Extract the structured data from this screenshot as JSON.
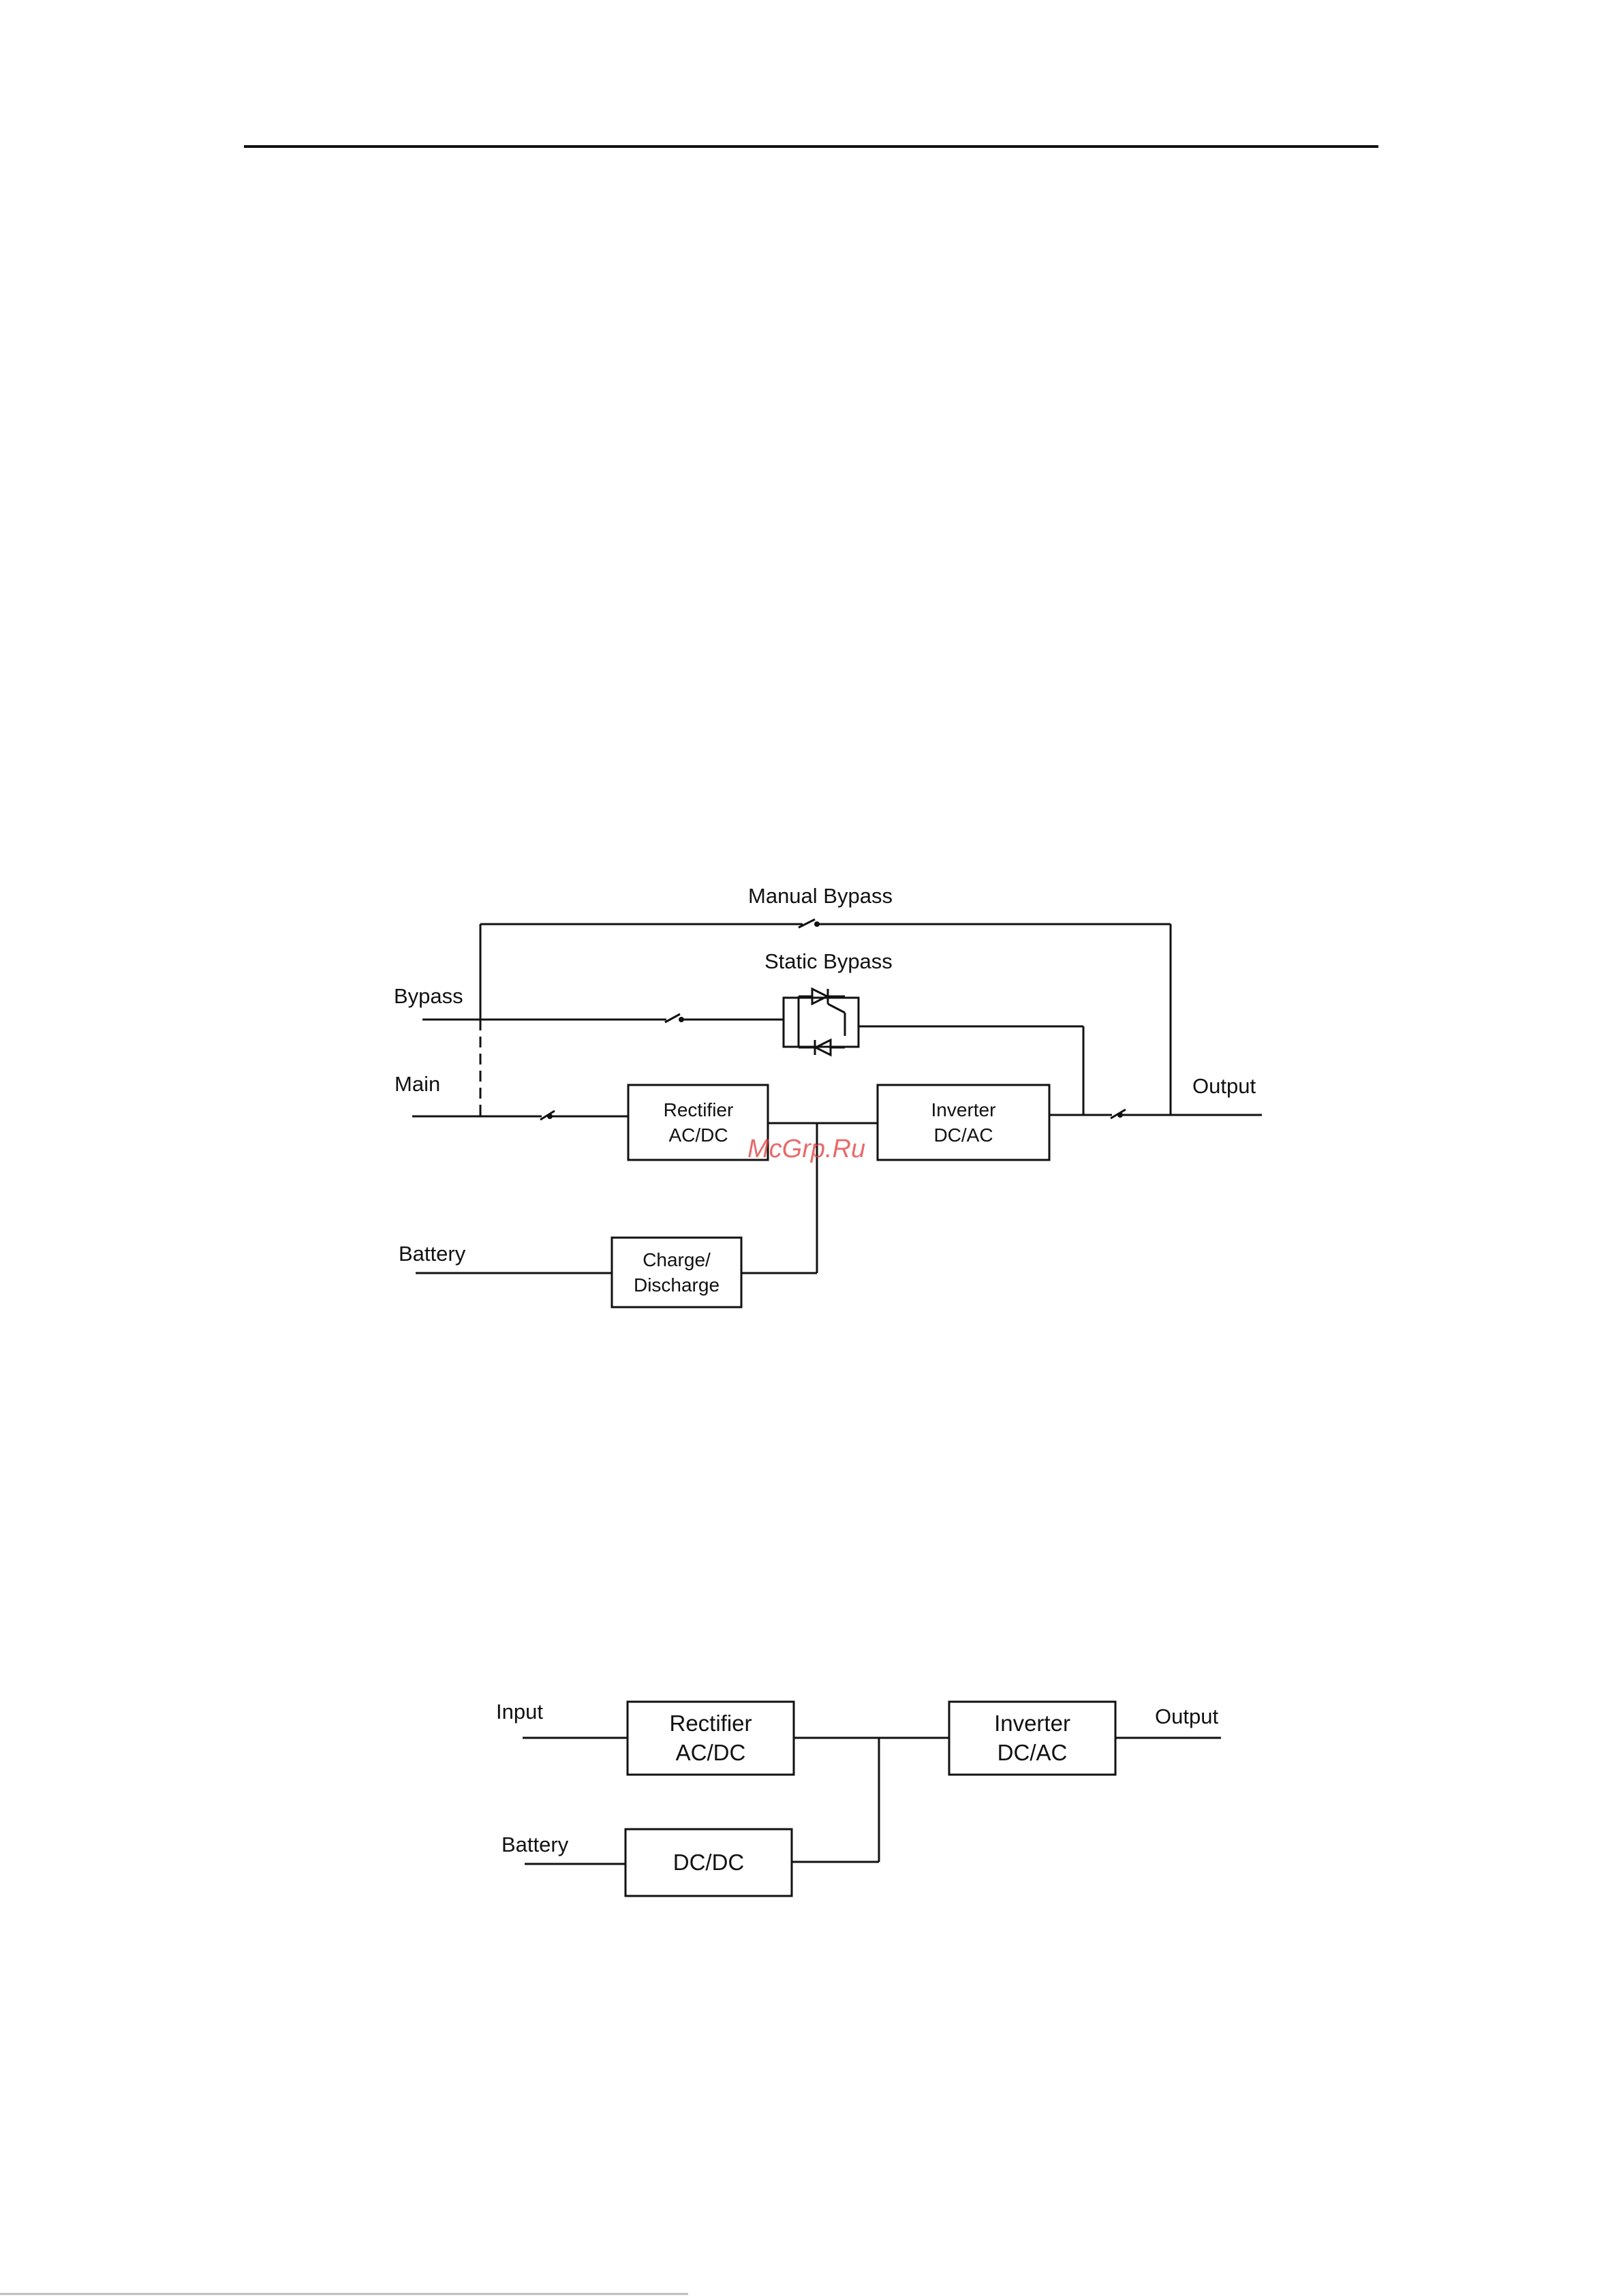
{
  "diagram1": {
    "manual_bypass": "Manual Bypass",
    "static_bypass": "Static Bypass",
    "bypass": "Bypass",
    "main": "Main",
    "output": "Output",
    "battery": "Battery",
    "rectifier": [
      "Rectifier",
      "AC/DC"
    ],
    "inverter": [
      "Inverter",
      "DC/AC"
    ],
    "charge": [
      "Charge/",
      "Discharge"
    ]
  },
  "watermark": "McGrp.Ru",
  "diagram2": {
    "input": "Input",
    "output": "Output",
    "battery": "Battery",
    "rectifier": [
      "Rectifier",
      "AC/DC"
    ],
    "inverter": [
      "Inverter",
      "DC/AC"
    ],
    "dcdc": "DC/DC"
  }
}
